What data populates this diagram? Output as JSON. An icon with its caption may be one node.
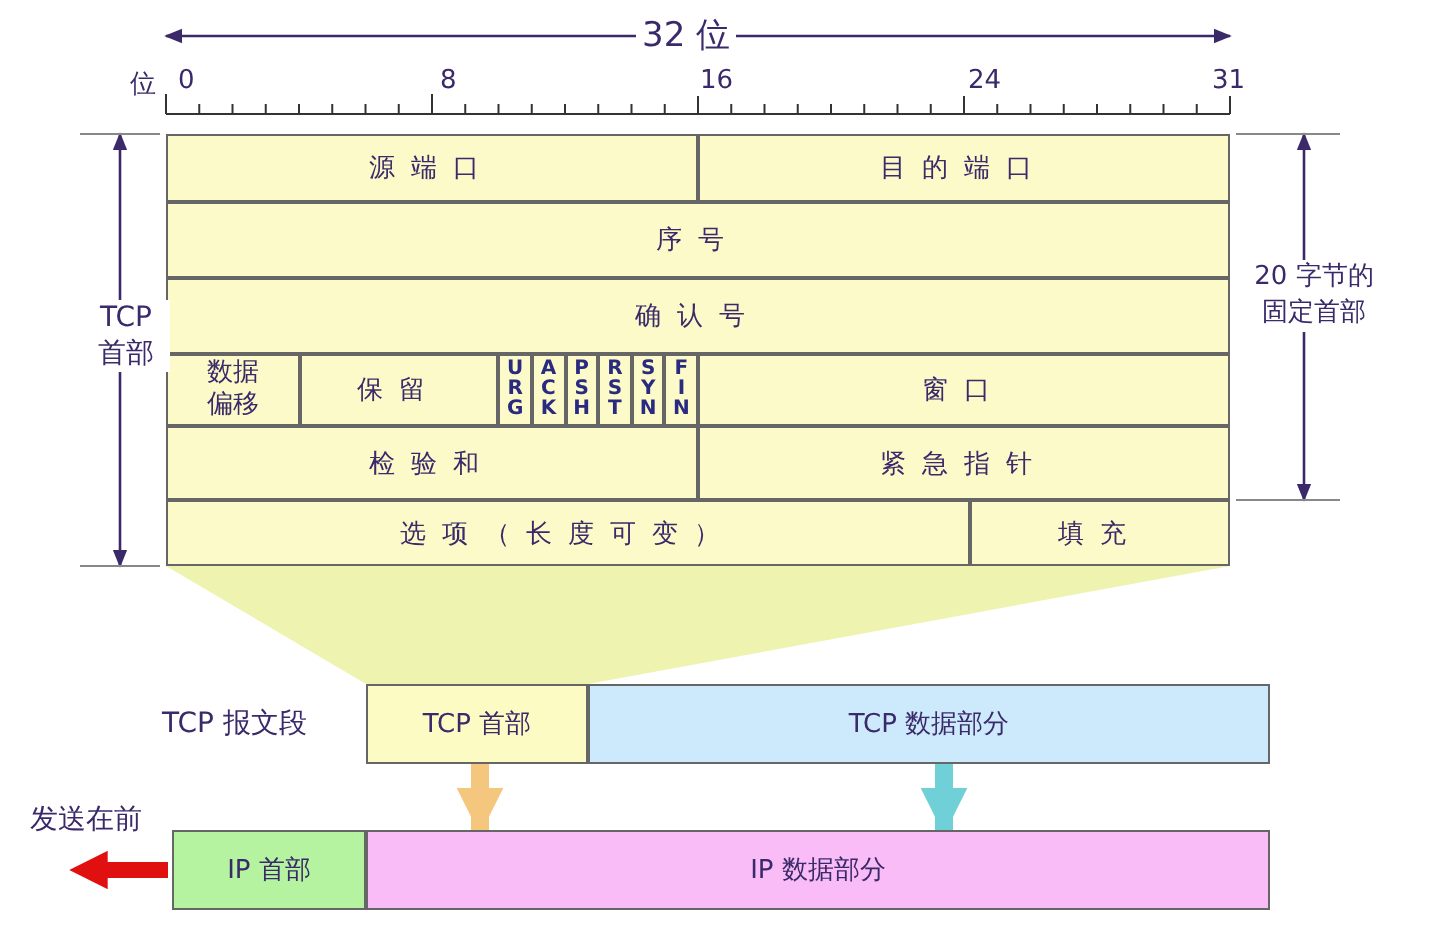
{
  "diagram": {
    "nodes": [
      {
        "text": [
          "源端口"
        ]
      },
      {
        "text": [
          "目的端口"
        ]
      },
      {
        "text": [
          "序号"
        ]
      },
      {
        "text": [
          "确认号"
        ]
      },
      {
        "text": [
          "数据偏移"
        ]
      },
      {
        "text": [
          "保留"
        ]
      },
      {
        "text": [
          "URG"
        ]
      },
      {
        "text": [
          "ACK"
        ]
      },
      {
        "text": [
          "PSH"
        ]
      },
      {
        "text": [
          "RST"
        ]
      },
      {
        "text": [
          "SYN"
        ]
      },
      {
        "text": [
          "FIN"
        ]
      },
      {
        "text": [
          "窗口"
        ]
      },
      {
        "text": [
          "检验和"
        ]
      },
      {
        "text": [
          "紧急指针"
        ]
      },
      {
        "text": [
          "选项（长度可变）"
        ]
      },
      {
        "text": [
          "填充"
        ]
      },
      {
        "text": [
          "TCP 首部"
        ]
      },
      {
        "text": [
          "TCP 数据部分"
        ]
      },
      {
        "text": [
          "IP 首部"
        ]
      },
      {
        "text": [
          "IP 数据部分"
        ]
      },
      {
        "text": [],
        "shape": "trapezoid"
      }
    ],
    "edges": [
      {
        "from": 17,
        "to": 20,
        "arrow": "to",
        "color": "#f5c77e"
      },
      {
        "from": 18,
        "to": 20,
        "arrow": "to",
        "color": "#6fd0d8"
      }
    ],
    "labels": [
      "32 位",
      "位",
      "0",
      "8",
      "16",
      "24",
      "31",
      "TCP 首部",
      "20 字节的固定首部",
      "TCP 报文段",
      "发送在前"
    ]
  }
}
